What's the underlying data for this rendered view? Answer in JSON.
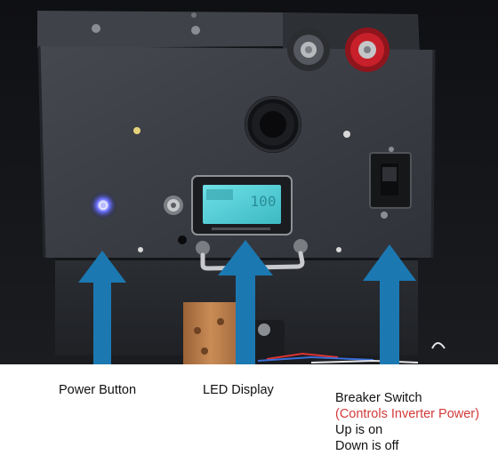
{
  "photo": {
    "display_reading": "100",
    "colors": {
      "panel": "#3a3d44",
      "arrow": "#1c78b1",
      "display_screen": "#4fd0d8",
      "terminal_red": "#c8202a",
      "copper": "#b87a48",
      "power_led": "#6c72ff"
    }
  },
  "labels": {
    "power_button": "Power Button",
    "led_display": "LED Display",
    "breaker_title": "Breaker Switch",
    "breaker_note": "(Controls Inverter Power)",
    "breaker_up": "Up is on",
    "breaker_down": "Down is off"
  }
}
